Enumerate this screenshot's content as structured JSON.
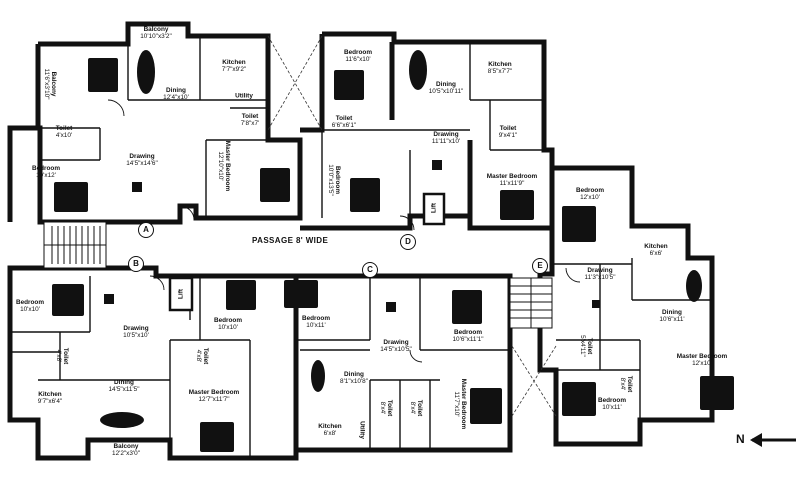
{
  "passage": "PASSAGE 8' WIDE",
  "north": "N",
  "lift_label": "Lift",
  "markers": [
    "A",
    "B",
    "C",
    "D",
    "E"
  ],
  "rooms": {
    "a_balcony": {
      "name": "Balcony",
      "dim": "10'10\"x3'2\""
    },
    "a_balcony_side": {
      "name": "Balcony",
      "dim": "11'6\"x3'10\""
    },
    "a_kitchen": {
      "name": "Kitchen",
      "dim": "7'7\"x9'2\""
    },
    "a_dining": {
      "name": "Dining",
      "dim": "12'4\"x10'"
    },
    "a_utility": {
      "name": "Utility",
      "dim": ""
    },
    "a_toilet": {
      "name": "Toilet",
      "dim": "4'x10'"
    },
    "a_toilet2": {
      "name": "Toilet",
      "dim": "7'8\"x7'"
    },
    "a_bedroom": {
      "name": "Bedroom",
      "dim": "10'x12'"
    },
    "a_drawing": {
      "name": "Drawing",
      "dim": "14'5\"x14'6\""
    },
    "a_master": {
      "name": "Master Bedroom",
      "dim": "12'10\"x10'"
    },
    "d_bedroom1": {
      "name": "Bedroom",
      "dim": "11'6\"x10'"
    },
    "d_toilet1": {
      "name": "Toilet",
      "dim": "6'6\"x6'1\""
    },
    "d_bedroom2": {
      "name": "Bedroom",
      "dim": "10'0\"x13'5\""
    },
    "d_dining": {
      "name": "Dining",
      "dim": "10'5\"x10'11\""
    },
    "d_kitchen": {
      "name": "Kitchen",
      "dim": "8'5\"x7'7\""
    },
    "d_drawing": {
      "name": "Drawing",
      "dim": "11'11\"x10'"
    },
    "d_toilet2": {
      "name": "Toilet",
      "dim": "9'x4'1\""
    },
    "d_master": {
      "name": "Master Bedroom",
      "dim": "11'x11'9\""
    },
    "e_bedroom1": {
      "name": "Bedroom",
      "dim": "12'x10'"
    },
    "e_kitchen": {
      "name": "Kitchen",
      "dim": "6'x6'"
    },
    "e_drawing": {
      "name": "Drawing",
      "dim": "11'3\"x10'5\""
    },
    "e_dining": {
      "name": "Dining",
      "dim": "10'6\"x11'"
    },
    "e_toilet1": {
      "name": "Toilet",
      "dim": "5'x4'11\""
    },
    "e_toilet2": {
      "name": "Toilet",
      "dim": "8'x4'"
    },
    "e_master": {
      "name": "Master Bedroom",
      "dim": "12'x10'"
    },
    "e_bedroom2": {
      "name": "Bedroom",
      "dim": "10'x11'"
    },
    "b_bedroom1": {
      "name": "Bedroom",
      "dim": "10'x10'"
    },
    "b_drawing": {
      "name": "Drawing",
      "dim": "10'5\"x10'"
    },
    "b_toilet1": {
      "name": "Toilet",
      "dim": "4'x8'"
    },
    "b_toilet2": {
      "name": "Toilet",
      "dim": "4'x8'"
    },
    "b_bedroom2": {
      "name": "Bedroom",
      "dim": "10'x10'"
    },
    "b_kitchen": {
      "name": "Kitchen",
      "dim": "9'7\"x6'4\""
    },
    "b_dining": {
      "name": "Dining",
      "dim": "14'5\"x11'5\""
    },
    "b_master": {
      "name": "Master Bedroom",
      "dim": "12'7\"x11'7\""
    },
    "b_balcony": {
      "name": "Balcony",
      "dim": "12'2\"x3'0\""
    },
    "c_bedroom1": {
      "name": "Bedroom",
      "dim": "10'x11'"
    },
    "c_drawing": {
      "name": "Drawing",
      "dim": "14'5\"x10'5\""
    },
    "c_bedroom2": {
      "name": "Bedroom",
      "dim": "10'6\"x11'1\""
    },
    "c_dining": {
      "name": "Dining",
      "dim": "8'1\"x10'8\""
    },
    "c_kitchen": {
      "name": "Kitchen",
      "dim": "6'x8'"
    },
    "c_utility": {
      "name": "Utility",
      "dim": ""
    },
    "c_toilet1": {
      "name": "Toilet",
      "dim": "8'x4'"
    },
    "c_toilet2": {
      "name": "Toilet",
      "dim": "8'x4'"
    },
    "c_master": {
      "name": "Master Bedroom",
      "dim": "11'7\"x10'"
    }
  }
}
